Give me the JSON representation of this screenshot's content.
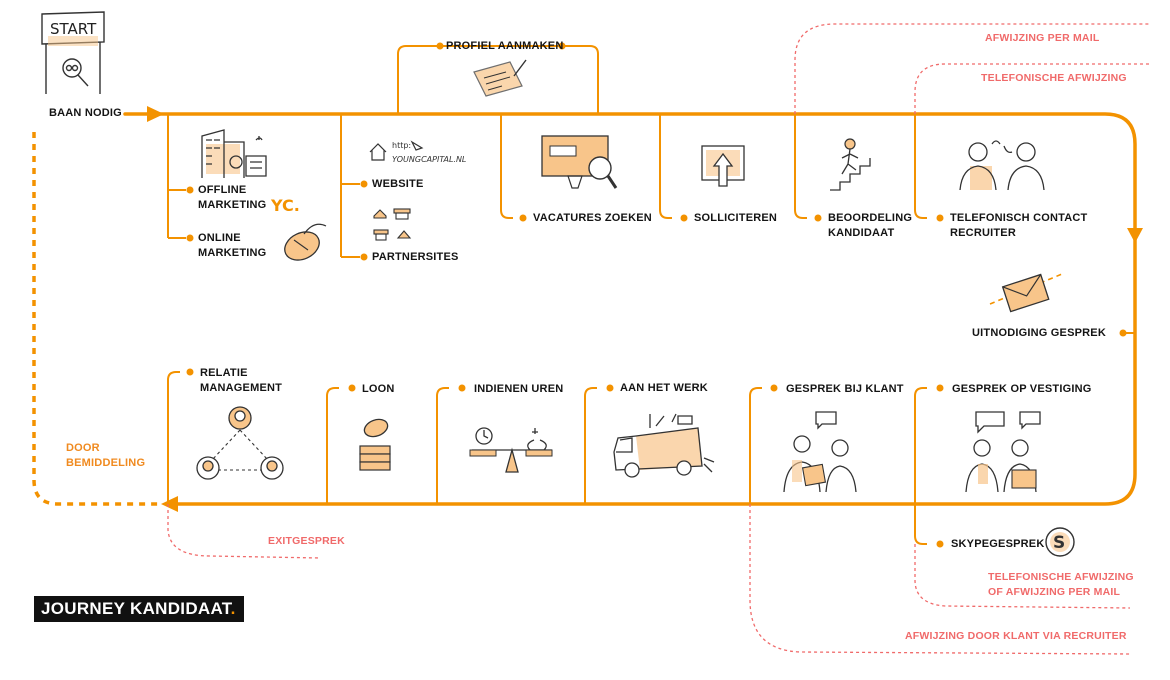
{
  "colors": {
    "accent": "#f39200",
    "reject": "#f06a6a",
    "ink": "#141414"
  },
  "title": {
    "text": "JOURNEY KANDIDAAT",
    "dot": "."
  },
  "start_sign": {
    "text": "START",
    "icon": "magnifier-sign-icon"
  },
  "steps": {
    "baan_nodig": "BAAN NODIG",
    "profiel_aanmaken": "PROFIEL AANMAKEN",
    "offline_marketing_1": "OFFLINE",
    "offline_marketing_2": "MARKETING",
    "online_marketing_1": "ONLINE",
    "online_marketing_2": "MARKETING",
    "website": "WEBSITE",
    "partnersites": "PARTNERSITES",
    "vacatures_zoeken": "VACATURES ZOEKEN",
    "solliciteren": "SOLLICITEREN",
    "beoordeling_1": "BEOORDELING",
    "beoordeling_2": "KANDIDAAT",
    "telefonisch_1": "TELEFONISCH CONTACT",
    "telefonisch_2": "RECRUITER",
    "uitnodiging_gesprek": "UITNODIGING GESPREK",
    "gesprek_op_vestiging": "GESPREK OP VESTIGING",
    "skypegesprek": "SKYPEGESPREK",
    "gesprek_bij_klant": "GESPREK BIJ KLANT",
    "aan_het_werk": "AAN HET WERK",
    "indienen_uren": "INDIENEN UREN",
    "loon": "LOON",
    "relatie_1": "RELATIE",
    "relatie_2": "MANAGEMENT",
    "door_bemiddeling_1": "DOOR",
    "door_bemiddeling_2": "BEMIDDELING"
  },
  "rejections": {
    "per_mail": "AFWIJZING PER MAIL",
    "telefonisch": "TELEFONISCHE AFWIJZING",
    "tel_of_mail_1": "TELEFONISCHE AFWIJZING",
    "tel_of_mail_2": "OF AFWIJZING PER MAIL",
    "door_klant": "AFWIJZING DOOR KLANT VIA RECRUITER",
    "exitgesprek": "EXITGESPREK"
  },
  "website_sketch": {
    "line1": "http:",
    "line2": "YOUNGCAPITAL.NL"
  },
  "yc_logo": "YC.",
  "icons": [
    "office-building-icon",
    "yc-logo-icon",
    "mouse-icon",
    "website-house-icon",
    "partner-houses-icon",
    "profile-form-icon",
    "monitor-magnifier-icon",
    "upload-screen-icon",
    "stairs-climber-icon",
    "phone-call-people-icon",
    "envelope-icon",
    "interview-people-icon",
    "skype-icon",
    "client-meeting-icon",
    "delivery-truck-icon",
    "balance-scale-icon",
    "coins-icon",
    "network-people-icon"
  ]
}
